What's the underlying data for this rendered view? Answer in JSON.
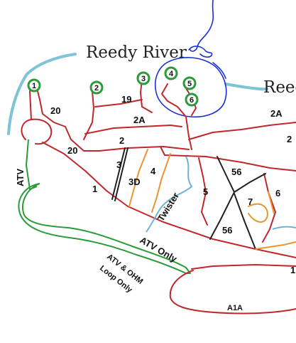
{
  "map": {
    "river_label": "Reedy River",
    "river_label_cut": "Reed",
    "colors": {
      "trail_red": "#c0272d",
      "trail_green": "#2a9a3a",
      "trail_orange": "#e8962e",
      "trail_black": "#222222",
      "water": "#7ec3d6",
      "blue_ink": "#1a2fd6"
    },
    "markers": [
      "1",
      "2",
      "3",
      "4",
      "5",
      "6"
    ],
    "labels": {
      "t20a": "20",
      "t20b": "20",
      "t19": "19",
      "t2a_left": "2A",
      "t2a_right": "2A",
      "t2_left": "2",
      "t2_right": "2",
      "t3": "3",
      "t3d": "3D",
      "t4": "4",
      "t5": "5",
      "t56a": "56",
      "t56b": "56",
      "t6": "6",
      "t7": "7",
      "t1a": "1",
      "t1b": "1",
      "a1a": "A1A",
      "atv": "ATV",
      "twister": "Twister",
      "atv_only": "ATV Only",
      "loop_line1": "ATV & OHM",
      "loop_line2": "Loop Only"
    }
  }
}
